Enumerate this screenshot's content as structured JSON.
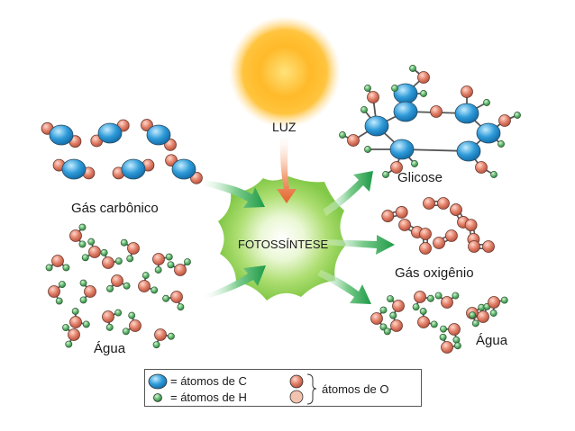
{
  "labels": {
    "luz": "LUZ",
    "process": "FOTOSSÍNTESE",
    "co2": "Gás carbônico",
    "water_in": "Água",
    "glucose": "Glicose",
    "oxygen": "Gás oxigênio",
    "water_out": "Água"
  },
  "legend": {
    "carbon": "= átomos de C",
    "hydrogen": "= átomos de H",
    "oxygen": "átomos de O"
  },
  "colors": {
    "carbon": "#2f9bd9",
    "oxygen": "#e27f68",
    "hydrogen": "#62b870",
    "sun": "#ffb100",
    "glow": "#8fd04a",
    "arrow_green": "#1e9a48",
    "arrow_orange": "#e0652c"
  }
}
